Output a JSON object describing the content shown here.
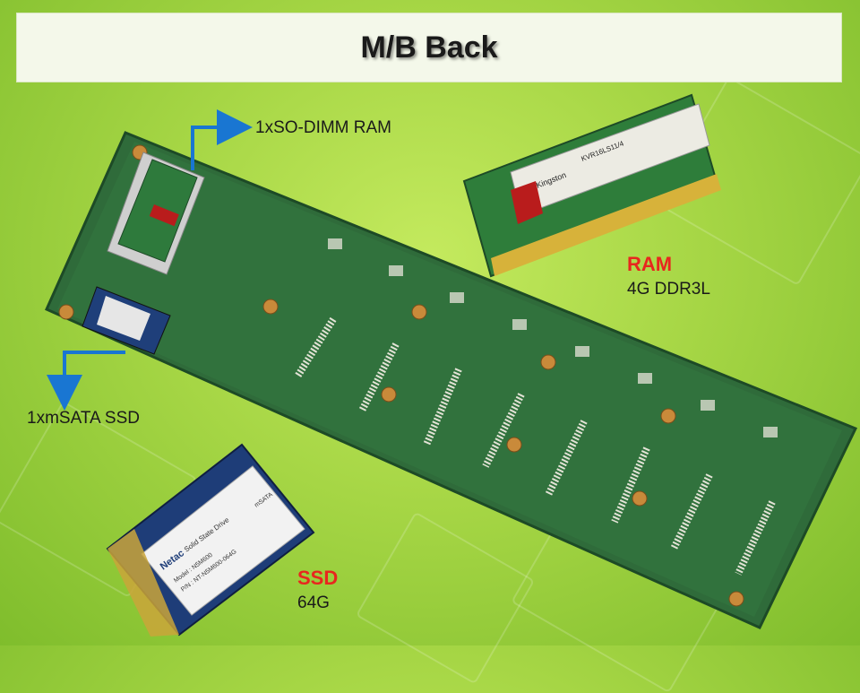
{
  "slide": {
    "title": "M/B Back"
  },
  "callouts": {
    "sodimm": "1xSO-DIMM RAM",
    "msata": "1xmSATA SSD"
  },
  "ram": {
    "label": "RAM",
    "spec": "4G DDR3L",
    "brand": "Kingston",
    "part": "KVR16LS11/4"
  },
  "ssd": {
    "label": "SSD",
    "spec": "64G",
    "brand": "Netac",
    "type": "Solid State Drive",
    "model": "Model : N5M600",
    "pn": "P/N : NT-N5M600-064G",
    "iface": "mSATA"
  },
  "colors": {
    "board": "#2f6b3a",
    "arrow": "#1976d2",
    "accent_red": "#e8261e",
    "pad": "#c98a3a"
  }
}
